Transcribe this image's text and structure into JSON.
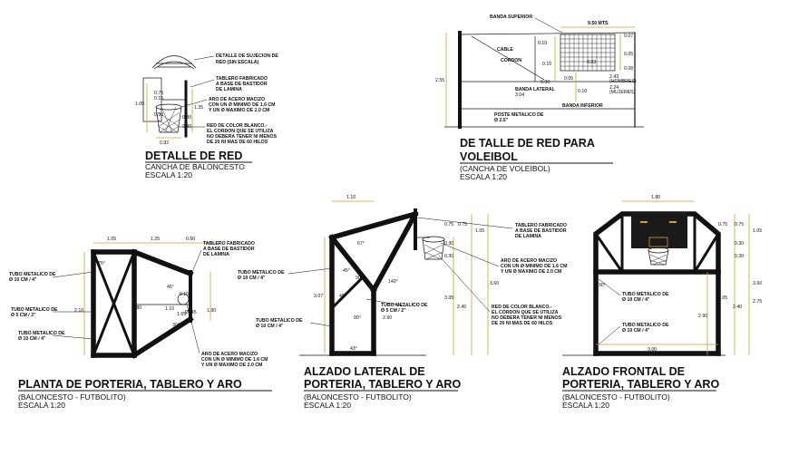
{
  "colors": {
    "background": "#ffffff",
    "lines": "#111111",
    "dimension_lines": "#c9a227"
  },
  "red_detail": {
    "title": "DETALLE DE RED",
    "sub1": "CANCHA DE BALONCESTO",
    "sub2": "ESCALA 1:20",
    "note_sujecion_1": "DETALLE DE SUJECION DE",
    "note_sujecion_2": "RED (SIN ESCALA)",
    "note_tablero_1": "TABLERO FABRICADO",
    "note_tablero_2": "A BASE DE BASTIDOR",
    "note_tablero_3": "DE LAMINA",
    "note_aro_1": "ARO DE ACERO MACIZO",
    "note_aro_2": "CON UN Ø MINIMO DE 1.6 CM",
    "note_aro_3": "Y UN Ø MAXIMO DE 2.0 CM",
    "note_red_1": "RED DE COLOR BLANCO.-",
    "note_red_2": "EL CORDON QUE SE UTILIZA",
    "note_red_3": "NO DEBERA TENER NI MENOS",
    "note_red_4": "DE 20 NI MAS DE 60 HILOS",
    "dims": [
      "0.75",
      "0.15",
      "1.05",
      "0.30",
      "0.30",
      "1.35",
      "0.30",
      "0.82"
    ]
  },
  "volley": {
    "title_1": "DE TALLE DE RED PARA",
    "title_2": "VOLEIBOL",
    "sub1": "(CANCHA DE VOLEIBOL)",
    "sub2": "ESCALA 1:20",
    "banda_superior": "BANDA SUPERIOR",
    "cable": "CABLE",
    "cordon": "CORDON",
    "banda_lateral": "BANDA LATERAL",
    "banda_inferior": "BANDA INFERIOR",
    "poste_1": "POSTE METALICO DE",
    "poste_2": "Ø 2.5\"",
    "width": "9.50 MTS",
    "dims": [
      "0.07",
      "0.10",
      "0.10",
      "0.05",
      "0.08",
      "0.05",
      "0.90",
      "0.10",
      "2.55",
      "2.43",
      "(HOMBRES)",
      "2.24",
      "(MUJERES)",
      "3.04",
      "0.03"
    ]
  },
  "planta": {
    "title": "PLANTA DE PORTERIA, TABLERO Y ARO",
    "sub1": "(BALONCESTO - FUTBOLITO)",
    "sub2": "ESCALA 1:20",
    "tubo_4_1": "TUBO METALICO DE",
    "tubo_4_2": "Ø 10 CM / 4\"",
    "tubo_2_1": "TUBO METALICO DE",
    "tubo_2_2": "Ø 5 CM / 2\"",
    "tubo_4b_1": "TUBO METALICO DE",
    "tubo_4b_2": "Ø 10 CM / 4\"",
    "tablero_1": "TABLERO FABRICADO",
    "tablero_2": "A BASE DE BASTIDOR",
    "tablero_3": "DE LAMINA",
    "aro_1": "ARO DE ACERO MACIZO",
    "aro_2": "CON UN Ø MINIMO DE 1.6 CM",
    "aro_3": "Y UN Ø MAXIMO DE 2.0 CM",
    "dims": [
      "1.05",
      "1.25",
      "0.60",
      "2.10",
      "0.80",
      "1.15",
      "1.65",
      "0.15",
      "1.90",
      "Ø045",
      "75°",
      "45°",
      "30°"
    ]
  },
  "lateral": {
    "title_1": "ALZADO LATERAL DE",
    "title_2": "PORTERIA, TABLERO Y ARO",
    "sub1": "(BALONCESTO - FUTBOLITO)",
    "sub2": "ESCALA 1:20",
    "tubo_4_1": "TUBO METALICO DE",
    "tubo_4_2": "Ø 10 CM / 4\"",
    "tubo_2_1": "TUBO METALICO DE",
    "tubo_2_2": "Ø 5 CM / 2\"",
    "tubo_4b_1": "TUBO METALICO DE",
    "tubo_4b_2": "Ø 10 CM / 4\"",
    "tablero_1": "TABLERO FABRICADO",
    "tablero_2": "A BASE DE BASTIDOR",
    "tablero_3": "DE LAMINA",
    "aro_1": "ARO DE ACERO MACIZO",
    "aro_2": "CON UN Ø MINIMO DE 1.6 CM",
    "aro_3": "Y UN Ø MAXIMO DE 2.0 CM",
    "red_1": "RED DE COLOR BLANCO.-",
    "red_2": "EL CORDON QUE SE UTILIZA",
    "red_3": "NO DEBERA TENER NI MENOS",
    "red_4": "DE 20 NI MAS DE 60 HILOS",
    "dims": [
      "1.10",
      "0.75",
      "0.75",
      "1.05",
      "0.30",
      "0.30",
      "3.07",
      "3.05",
      "3.60",
      "2.45",
      "2.90",
      "67°",
      "45°",
      "90°",
      "140°",
      "45°",
      "90°",
      "43°"
    ]
  },
  "frontal": {
    "title_1": "ALZADO FRONTAL DE",
    "title_2": "PORTERIA, TABLERO Y ARO",
    "sub1": "(BALONCESTO - FUTBOLITO)",
    "sub2": "ESCALA 1:20",
    "tubo_4_1": "TUBO METALICO DE",
    "tubo_4_2": "Ø 10 CM / 4\"",
    "tubo_4b_1": "TUBO METALICO DE",
    "tubo_4b_2": "Ø 10 CM / 4\"",
    "dims": [
      "1.80",
      "0.75",
      "0.75",
      "1.05",
      "0.30",
      "0.30",
      "3.05",
      "3.60",
      "2.40",
      "2.75",
      "2.90",
      "3.00",
      "90°"
    ]
  }
}
